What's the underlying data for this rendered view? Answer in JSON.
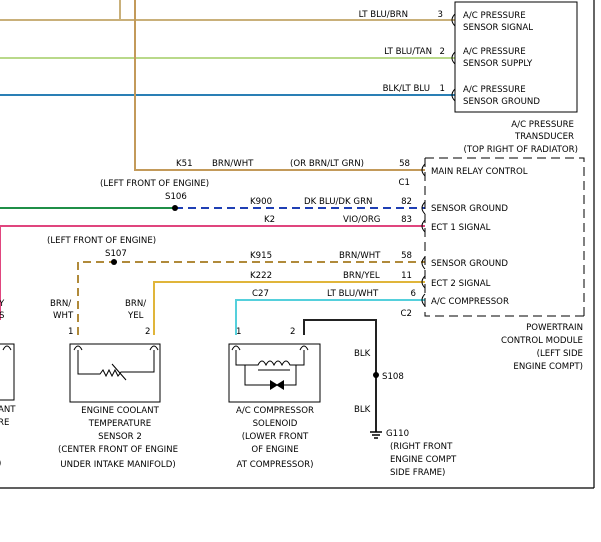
{
  "colors": {
    "lt_blu_brn": "#c9b07a",
    "lt_blu_tan": "#b9d98a",
    "blk_lt_blu": "#2a7fb5",
    "brn_wht": "#c39a5a",
    "dk_blu_dk_grn": "#1f3fb4",
    "dk_blu_dk_grn_alt": "#1f8f47",
    "vio_org": "#e0457e",
    "brn_yel": "#e0b53a",
    "lt_blu_wht": "#55d0dc",
    "blk": "#222222",
    "dashed_brown": "#b08a3a"
  },
  "pressure_sensor": {
    "pins": [
      {
        "wire": "LT BLU/BRN",
        "num": "3",
        "label1": "A/C PRESSURE",
        "label2": "SENSOR SIGNAL"
      },
      {
        "wire": "LT BLU/TAN",
        "num": "2",
        "label1": "A/C PRESSURE",
        "label2": "SENSOR SUPPLY"
      },
      {
        "wire": "BLK/LT BLU",
        "num": "1",
        "label1": "A/C PRESSURE",
        "label2": "SENSOR GROUND"
      }
    ],
    "title": [
      "A/C PRESSURE",
      "TRANSDUCER",
      "(TOP RIGHT OF RADIATOR)"
    ]
  },
  "pcm": {
    "rows": [
      {
        "circuit": "K51",
        "color": "BRN/WHT",
        "alt": "(OR BRN/LT GRN)",
        "pin": "58",
        "function": "MAIN RELAY CONTROL"
      },
      {
        "connector": "C1"
      },
      {
        "circuit": "K900",
        "color": "DK BLU/DK GRN",
        "pin": "82",
        "function": "SENSOR GROUND"
      },
      {
        "circuit": "K2",
        "color": "VIO/ORG",
        "pin": "83",
        "function": "ECT 1 SIGNAL"
      },
      {
        "circuit": "K915",
        "color": "BRN/WHT",
        "pin": "58",
        "function": "SENSOR GROUND"
      },
      {
        "circuit": "K222",
        "color": "BRN/YEL",
        "pin": "11",
        "function": "ECT 2 SIGNAL"
      },
      {
        "circuit": "C27",
        "color": "LT BLU/WHT",
        "pin": "6",
        "function": "A/C COMPRESSOR"
      },
      {
        "connector": "C2"
      }
    ],
    "title": [
      "POWERTRAIN",
      "CONTROL MODULE",
      "(LEFT SIDE",
      "ENGINE COMPT)"
    ]
  },
  "splices": {
    "s106_location": "(LEFT FRONT OF ENGINE)",
    "s106": "S106",
    "s107_location": "(LEFT FRONT OF ENGINE)",
    "s107": "S107",
    "s108": "S108",
    "g110": "G110",
    "g110_location": [
      "(RIGHT FRONT",
      "ENGINE COMPT",
      "SIDE FRAME)"
    ]
  },
  "left_sensor": {
    "label_partial": [
      "ANT",
      "RE"
    ],
    "paren_partial": ")",
    "wire_partial": [
      "Y",
      "S"
    ]
  },
  "ect2": {
    "wire1": [
      "BRN/",
      "WHT"
    ],
    "wire2": [
      "BRN/",
      "YEL"
    ],
    "pin1": "1",
    "pin2": "2",
    "label": [
      "ENGINE COOLANT",
      "TEMPERATURE",
      "SENSOR 2",
      "(CENTER FRONT OF ENGINE",
      "UNDER INTAKE MANIFOLD)"
    ]
  },
  "compressor": {
    "pin1": "1",
    "pin2": "2",
    "blk1": "BLK",
    "blk2": "BLK",
    "label": [
      "A/C COMPRESSOR",
      "SOLENOID",
      "(LOWER FRONT",
      "OF ENGINE",
      "AT COMPRESSOR)"
    ]
  }
}
